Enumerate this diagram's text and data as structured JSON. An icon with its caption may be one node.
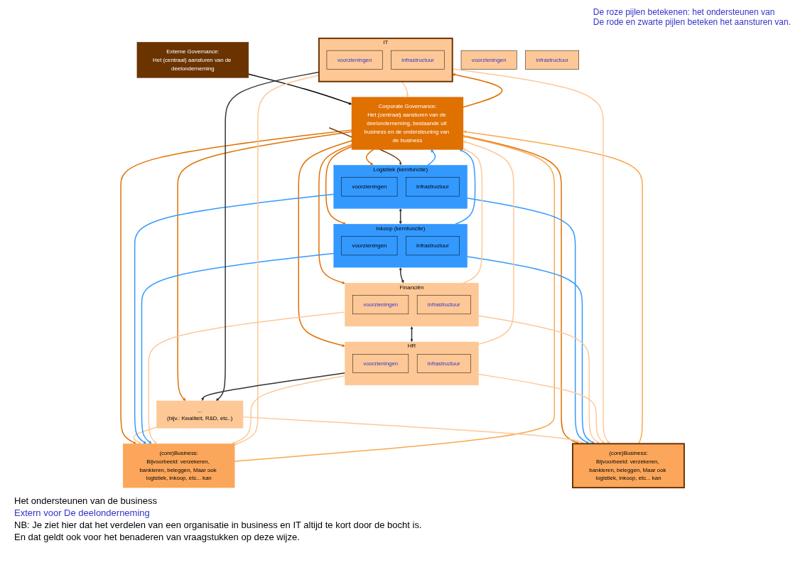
{
  "diagram": {
    "nodes": [
      {
        "text": [
          "Externe Governance:",
          "Het (centraal) aansturen van de deelonderneming"
        ]
      },
      {
        "text": [
          "Corporate Governance:",
          "Het (centraal) aansturen van de deelonderneming, bestaande uit business en de ondersteuning van de business"
        ]
      },
      {
        "text": [
          "(core)Business:",
          "Bijvoorbeeld: verzekeren, bankieren, beleggen, Maar ook logistiek, inkoop, etc... kan"
        ]
      },
      {
        "text": [
          "(core)Business:",
          "Bijvoorbeeld: verzekeren, bankieren, beleggen, Maar ook logistiek, inkoop, etc... kan"
        ]
      },
      {
        "text": [
          "Logistiek (kernfunctie)"
        ]
      },
      {
        "text": [
          "voorzieningen"
        ],
        "in": 4
      },
      {
        "text": [
          "infrastructuur"
        ],
        "in": 4
      },
      {
        "text": [
          "Inkoop (kernfunctie)"
        ]
      },
      {
        "text": [
          "voorzieningen"
        ],
        "in": 7
      },
      {
        "text": [
          "infrastructuur"
        ],
        "in": 7
      },
      {
        "text": [
          "Financiën"
        ]
      },
      {
        "text": [
          "voorzieningen"
        ],
        "in": 10
      },
      {
        "text": [
          "infrastructuur"
        ],
        "in": 10
      },
      {
        "text": [
          "HR"
        ]
      },
      {
        "text": [
          "voorzieningen"
        ],
        "in": 13
      },
      {
        "text": [
          "infrastructuur"
        ],
        "in": 13
      },
      {
        "text": [
          "...",
          "(bijv.: Kwaliteit, R&D, etc..)"
        ]
      },
      {
        "text": [
          "IT"
        ]
      },
      {
        "text": [
          "voorzieningen"
        ],
        "in": 17
      },
      {
        "text": [
          "infrastructuur"
        ],
        "in": 17
      },
      {
        "text": [
          "voorzieningen"
        ]
      },
      {
        "text": [
          "infrastructuur"
        ]
      }
    ],
    "edges": [
      {
        "from": 0,
        "to": 1,
        "arrow": "to",
        "color": "#000000"
      },
      {
        "from": 1,
        "to": 2,
        "arrow": "to",
        "color": "#e07000"
      },
      {
        "from": 1,
        "to": 3,
        "arrow": "to",
        "color": "#e07000"
      },
      {
        "from": 1,
        "to": 4,
        "arrow": "to",
        "color": "#e07000"
      },
      {
        "from": 1,
        "to": 7,
        "arrow": "to",
        "color": "#e07000"
      },
      {
        "from": 1,
        "to": 10,
        "arrow": "to",
        "color": "#e07000"
      },
      {
        "from": 1,
        "to": 13,
        "arrow": "to",
        "color": "#e07000"
      },
      {
        "from": 1,
        "to": 16,
        "arrow": "to",
        "color": "#e07000"
      },
      {
        "from": 1,
        "to": 17,
        "arrow": "to",
        "color": "#e07000"
      },
      {
        "from": 2,
        "to": 1,
        "arrow": "to",
        "color": "#f8a850"
      },
      {
        "from": 3,
        "to": 1,
        "arrow": "to",
        "color": "#f8a850"
      },
      {
        "from": 4,
        "to": 1,
        "arrow": "to",
        "color": "#3399ff"
      },
      {
        "from": 7,
        "to": 1,
        "arrow": "to",
        "color": "#3399ff"
      },
      {
        "from": 4,
        "to": 2,
        "arrow": "to",
        "color": "#3399ff"
      },
      {
        "from": 7,
        "to": 2,
        "arrow": "to",
        "color": "#3399ff"
      },
      {
        "from": 4,
        "to": 3,
        "arrow": "to",
        "color": "#3399ff"
      },
      {
        "from": 7,
        "to": 3,
        "arrow": "to",
        "color": "#3399ff"
      },
      {
        "from": 10,
        "to": 1,
        "arrow": "to",
        "color": "#fcc898"
      },
      {
        "from": 13,
        "to": 1,
        "arrow": "to",
        "color": "#fcc898"
      },
      {
        "from": 17,
        "to": 1,
        "arrow": "to",
        "color": "#fcc898"
      },
      {
        "from": 10,
        "to": 2,
        "arrow": "to",
        "color": "#fcc898"
      },
      {
        "from": 13,
        "to": 2,
        "arrow": "to",
        "color": "#fcc898"
      },
      {
        "from": 16,
        "to": 2,
        "arrow": "to",
        "color": "#fcc898"
      },
      {
        "from": 17,
        "to": 2,
        "arrow": "to",
        "color": "#fcc898"
      },
      {
        "from": 10,
        "to": 3,
        "arrow": "to",
        "color": "#fcc898"
      },
      {
        "from": 13,
        "to": 3,
        "arrow": "to",
        "color": "#fcc898"
      },
      {
        "from": 16,
        "to": 3,
        "arrow": "to",
        "color": "#fcc898"
      },
      {
        "from": 17,
        "to": 3,
        "arrow": "to",
        "color": "#fcc898"
      },
      {
        "from": 4,
        "to": 7,
        "arrow": "both",
        "color": "#333333"
      },
      {
        "from": 7,
        "to": 10,
        "arrow": "both",
        "color": "#333333"
      },
      {
        "from": 10,
        "to": 13,
        "arrow": "both",
        "color": "#333333"
      },
      {
        "from": 13,
        "to": 16,
        "arrow": "to",
        "color": "#333333"
      },
      {
        "from": 17,
        "to": 16,
        "arrow": "to",
        "color": "#333333"
      },
      {
        "from": null,
        "to": 4,
        "arrow": "to",
        "color": "#6b3a00"
      }
    ],
    "labels": [
      "De roze pijlen betekenen: het ondersteunen van",
      "De rode en zwarte pijlen beteken het aansturen van.",
      "Het ondersteunen van de business",
      "Extern voor De deelonderneming",
      "NB: Je ziet hier dat het verdelen van een organisatie in business en IT altijd te kort door de bocht is.",
      "En dat geldt ook voor het benaderen van vraagstukken op deze wijze."
    ]
  }
}
